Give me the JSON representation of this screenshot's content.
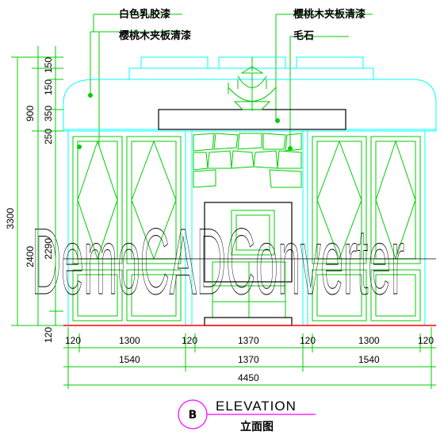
{
  "labels": {
    "top_left_1": "白色乳胶漆",
    "top_left_2": "樱桃木夹板清漆",
    "top_right_1": "樱桃木夹板清漆",
    "top_right_2": "毛石"
  },
  "watermark": "DemoCADConverter",
  "dimensions": {
    "vertical_left": [
      "150",
      "150",
      "350",
      "250",
      "900",
      "2290",
      "120",
      "2400",
      "3300"
    ],
    "horizontal_row1": [
      "120",
      "1300",
      "120",
      "1370",
      "120",
      "1300",
      "120"
    ],
    "horizontal_row2": [
      "1540",
      "1370",
      "1540"
    ],
    "total": "4450"
  },
  "title": {
    "marker": "B",
    "name": "ELEVATION",
    "subtitle": "立面图"
  },
  "colors": {
    "outline": "#00ffff",
    "detail": "#00cc00",
    "leader": "#00cc00",
    "base_line": "#ff0000"
  }
}
